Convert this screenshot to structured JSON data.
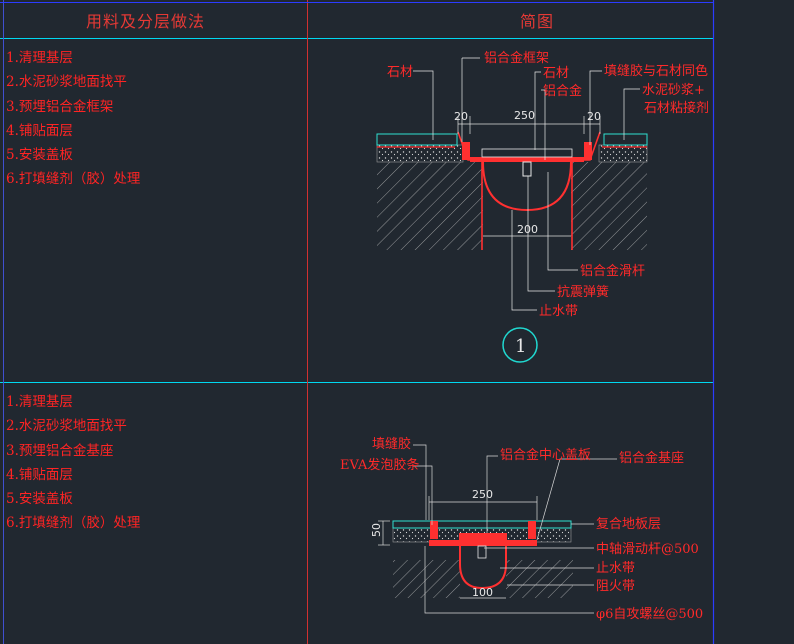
{
  "header": {
    "left_title": "用料及分层做法",
    "right_title": "简图"
  },
  "section1": {
    "steps": [
      "1.清理基层",
      "2.水泥砂浆地面找平",
      "3.预埋铝合金框架",
      "4.铺贴面层",
      "5.安装盖板",
      "6.打填缝剂（胶）处理"
    ],
    "labels": {
      "aluminum_frame": "铝合金框架",
      "stone_left": "石材",
      "stone_mid": "石材",
      "aluminum": "铝合金",
      "sealant_same_color": "填缝胶与石材同色",
      "mortar_plus": "水泥砂浆+",
      "stone_adhesive": "石材粘接剂",
      "slide_bar": "铝合金滑杆",
      "spring": "抗震弹簧",
      "waterstop": "止水带"
    },
    "dims": {
      "d250": "250",
      "d20a": "20",
      "d20b": "20",
      "d200": "200"
    },
    "badge": "1"
  },
  "section2": {
    "steps": [
      "1.清理基层",
      "2.水泥砂浆地面找平",
      "3.预埋铝合金基座",
      "4.铺贴面层",
      "5.安装盖板",
      "6.打填缝剂（胶）处理"
    ],
    "labels": {
      "sealant": "填缝胶",
      "eva_strip": "EVA发泡胶条",
      "center_cover": "铝合金中心盖板",
      "base_seat": "铝合金基座",
      "composite_floor": "复合地板层",
      "slide_rod": "中轴滑动杆@500",
      "waterstop": "止水带",
      "fire_belt": "阻火带",
      "screw": "φ6自攻螺丝@500"
    },
    "dims": {
      "d250": "250",
      "d50": "50",
      "d100": "100"
    }
  },
  "colors": {
    "background": "#212830",
    "grid_line": "#00e5ff",
    "outer_border": "#2b3cff",
    "text_red": "#ff2424",
    "title_red": "#e53935"
  }
}
